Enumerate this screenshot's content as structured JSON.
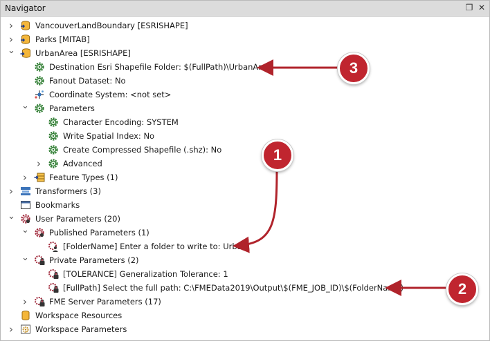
{
  "panel": {
    "title": "Navigator",
    "float_icon": "float-window-icon",
    "close_icon": "close-icon"
  },
  "tree": [
    {
      "id": "vancouver",
      "label": "VancouverLandBoundary [ESRISHAPE]",
      "icon": "reader-dataset-icon",
      "chevron": "right"
    },
    {
      "id": "parks",
      "label": "Parks [MITAB]",
      "icon": "reader-dataset-icon",
      "chevron": "right"
    },
    {
      "id": "urbanarea",
      "label": "UrbanArea [ESRISHAPE]",
      "icon": "writer-dataset-icon",
      "chevron": "down"
    },
    {
      "id": "dest-folder",
      "label": "Destination Esri Shapefile Folder: $(FullPath)\\UrbanArea",
      "icon": "gear-icon"
    },
    {
      "id": "fanout",
      "label": "Fanout Dataset: No",
      "icon": "gear-icon"
    },
    {
      "id": "coord-sys",
      "label": "Coordinate System: <not set>",
      "icon": "coordinate-system-icon"
    },
    {
      "id": "parameters",
      "label": "Parameters",
      "icon": "gear-icon",
      "chevron": "down"
    },
    {
      "id": "char-enc",
      "label": "Character Encoding: SYSTEM",
      "icon": "gear-icon"
    },
    {
      "id": "spatial-index",
      "label": "Write Spatial Index: No",
      "icon": "gear-icon"
    },
    {
      "id": "compressed",
      "label": "Create Compressed Shapefile (.shz): No",
      "icon": "gear-icon"
    },
    {
      "id": "advanced",
      "label": "Advanced",
      "icon": "gear-icon",
      "chevron": "right"
    },
    {
      "id": "feature-types",
      "label": "Feature Types (1)",
      "icon": "feature-types-icon",
      "chevron": "right"
    },
    {
      "id": "transformers",
      "label": "Transformers (3)",
      "icon": "transformers-icon",
      "chevron": "right"
    },
    {
      "id": "bookmarks",
      "label": "Bookmarks",
      "icon": "bookmark-icon"
    },
    {
      "id": "user-params",
      "label": "User Parameters (20)",
      "icon": "user-parameters-icon",
      "chevron": "down"
    },
    {
      "id": "published-params",
      "label": "Published Parameters (1)",
      "icon": "user-parameters-icon",
      "chevron": "down"
    },
    {
      "id": "foldername",
      "label": "[FolderName] Enter a folder to write to: Urban",
      "icon": "published-parameter-icon"
    },
    {
      "id": "private-params",
      "label": "Private Parameters (2)",
      "icon": "private-parameters-icon",
      "chevron": "down"
    },
    {
      "id": "tolerance",
      "label": "[TOLERANCE] Generalization Tolerance: 1",
      "icon": "private-parameter-icon"
    },
    {
      "id": "fullpath",
      "label": "[FullPath] Select the full path: C:\\FMEData2019\\Output\\$(FME_JOB_ID)\\$(FolderName)",
      "icon": "private-parameter-icon"
    },
    {
      "id": "fme-server",
      "label": "FME Server Parameters (17)",
      "icon": "private-parameters-icon",
      "chevron": "right"
    },
    {
      "id": "ws-resources",
      "label": "Workspace Resources",
      "icon": "workspace-resources-icon"
    },
    {
      "id": "ws-parameters",
      "label": "Workspace Parameters",
      "icon": "workspace-parameters-icon",
      "chevron": "right"
    }
  ],
  "callouts": [
    {
      "number": "1"
    },
    {
      "number": "2"
    },
    {
      "number": "3"
    }
  ],
  "colors": {
    "callout": "#c0252f",
    "arrow": "#b0232b"
  }
}
